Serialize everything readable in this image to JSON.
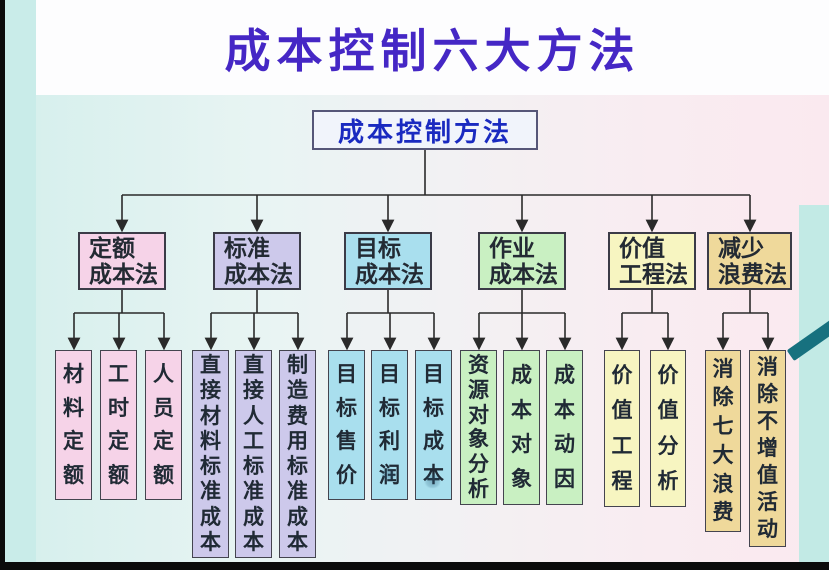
{
  "title": "成本控制六大方法",
  "root": {
    "label": "成本控制方法"
  },
  "methods": [
    {
      "name": "定额成本法",
      "lines": [
        "定额",
        "成本法"
      ],
      "color": "#f6d3e8",
      "children": [
        {
          "label": "材料定额"
        },
        {
          "label": "工时定额"
        },
        {
          "label": "人员定额"
        }
      ]
    },
    {
      "name": "标准成本法",
      "lines": [
        "标准",
        "成本法"
      ],
      "color": "#cdc9eb",
      "children": [
        {
          "label": "直接材料标准成本"
        },
        {
          "label": "直接人工标准成本"
        },
        {
          "label": "制造费用标准成本"
        }
      ]
    },
    {
      "name": "目标成本法",
      "lines": [
        "目标",
        "成本法"
      ],
      "color": "#a9dfee",
      "children": [
        {
          "label": "目标售价"
        },
        {
          "label": "目标利润"
        },
        {
          "label": "目标成本"
        }
      ]
    },
    {
      "name": "作业成本法",
      "lines": [
        "作业",
        "成本法"
      ],
      "color": "#c9f0c2",
      "children": [
        {
          "label": "资源对象分析"
        },
        {
          "label": "成本对象"
        },
        {
          "label": "成本动因"
        }
      ]
    },
    {
      "name": "价值工程法",
      "lines": [
        "价值",
        "工程法"
      ],
      "color": "#f7f5c1",
      "children": [
        {
          "label": "价值工程"
        },
        {
          "label": "价值分析"
        }
      ]
    },
    {
      "name": "减少浪费法",
      "lines": [
        "减少",
        "浪费法"
      ],
      "color": "#efd99b",
      "children": [
        {
          "label": "消除七大浪费"
        },
        {
          "label": "消除不增值活动"
        }
      ]
    }
  ],
  "watermarks": [
    {
      "name": "stamp-icon"
    },
    {
      "name": "stamp-icon"
    }
  ],
  "colors": {
    "title_text": "#4527c5",
    "root_text": "#1a2ac0",
    "box_text": "#232a33",
    "connector": "#2a2a2a",
    "root_bg": "#f1f4fb",
    "left_strip": "#c9ece9",
    "right_strip": "#c2eae5",
    "ribbon": "#17717f"
  }
}
